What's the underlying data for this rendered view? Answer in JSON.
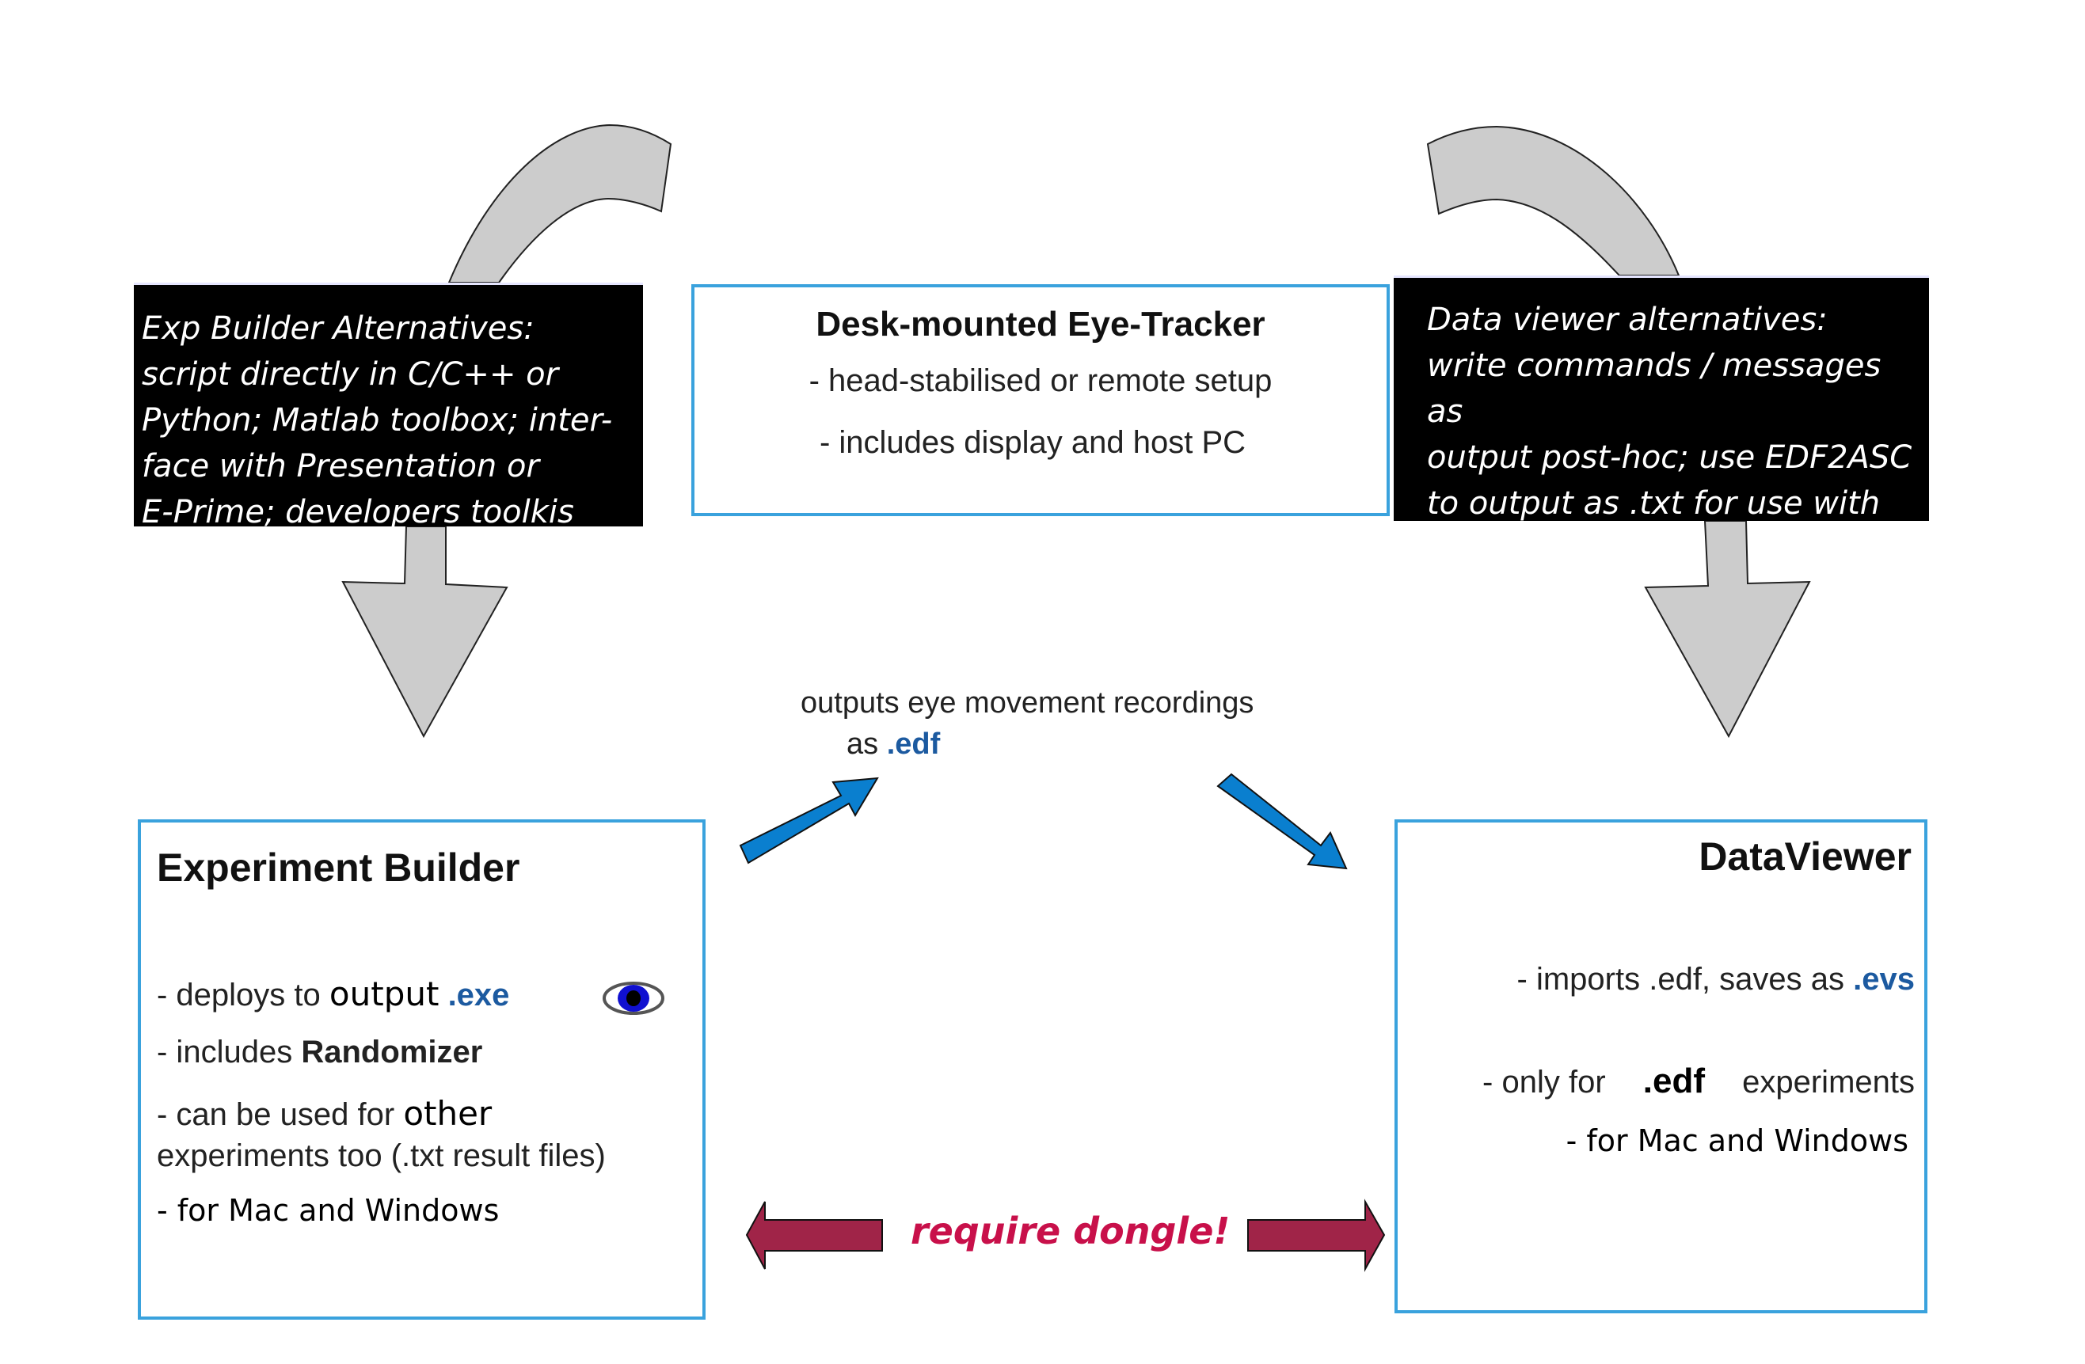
{
  "exp_alternatives": {
    "lines": [
      "Exp Builder Alternatives:",
      "script directly in C/C++ or",
      "Python; Matlab toolbox; inter-",
      "face with Presentation or",
      "E-Prime; developers toolkis"
    ]
  },
  "eye_tracker": {
    "title": "Desk-mounted Eye-Tracker",
    "items": [
      "- head-stabilised or remote setup",
      "- includes display and host PC"
    ]
  },
  "dv_alternatives": {
    "lines": [
      "Data viewer alternatives:",
      "write commands / messages",
      "as",
      "output post-hoc; use EDF2ASC",
      "to output as .txt for use with"
    ]
  },
  "output_note": {
    "line1": "outputs eye movement recordings",
    "line2_prefix": "as",
    "line2_ext": ".edf"
  },
  "experiment_builder": {
    "title": "Experiment Builder",
    "item1_prefix": "- deploys to",
    "item1_word": "output",
    "item1_ext": ".exe",
    "item2_prefix": "- includes",
    "item2_bold": "Randomizer",
    "item3_prefix": "- can be used for",
    "item3_word": "other",
    "item3_line2": "experiments too (.txt result files)",
    "item4": "- for Mac and Windows",
    "icon": "eye-icon"
  },
  "dataviewer": {
    "title": "DataViewer",
    "item1_prefix": "- imports .edf, saves as",
    "item1_ext": ".evs",
    "item2_prefix": "- only for",
    "item2_bold": ".edf",
    "item2_suffix": "experiments",
    "item3": "- for Mac and Windows"
  },
  "dongle": {
    "label": "require dongle!"
  },
  "colors": {
    "gray_arrow": "#cccccc",
    "blue_arrow": "#0a7fcf",
    "red_arrow": "#a02448",
    "box_border": "#3aa2dd",
    "ext_highlight": "#1c5aa0",
    "dongle_text": "#c8104a"
  }
}
